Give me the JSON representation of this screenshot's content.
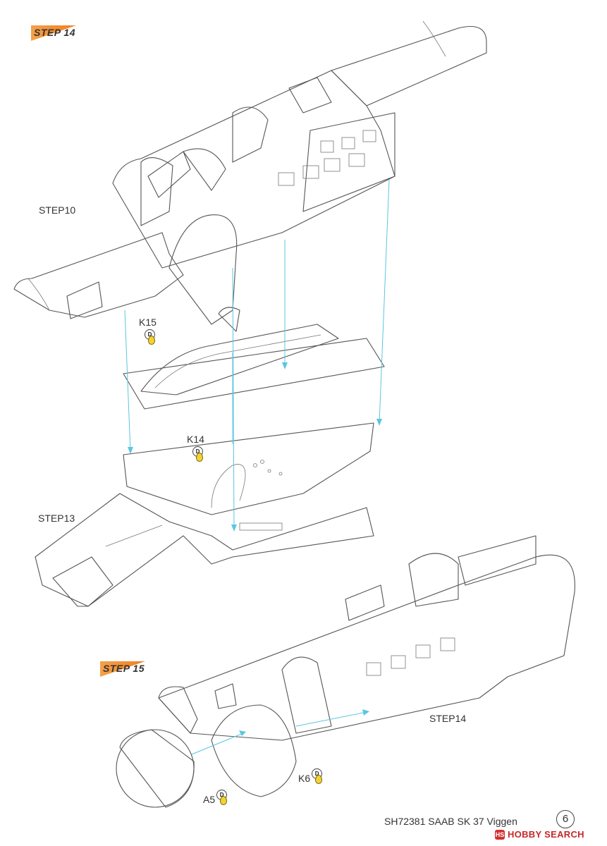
{
  "steps": {
    "step14_badge": "STEP 14",
    "step15_badge": "STEP 15"
  },
  "labels": {
    "step10": "STEP10",
    "step13": "STEP13",
    "step14_ref": "STEP14"
  },
  "parts": {
    "k15": {
      "code": "K15",
      "glue": "D"
    },
    "k14": {
      "code": "K14",
      "glue": "D"
    },
    "k6": {
      "code": "K6",
      "glue": "D"
    },
    "a5": {
      "code": "A5",
      "glue": "D"
    }
  },
  "footer": {
    "product": "SH72381 SAAB SK 37 Viggen",
    "page_number": "6"
  },
  "watermark": {
    "mark": "HS",
    "text": "HOBBY SEARCH"
  },
  "colors": {
    "accent": "#f0801f",
    "guide": "#5bc6e0",
    "glue": "#f4d233",
    "watermark": "#c62828"
  }
}
